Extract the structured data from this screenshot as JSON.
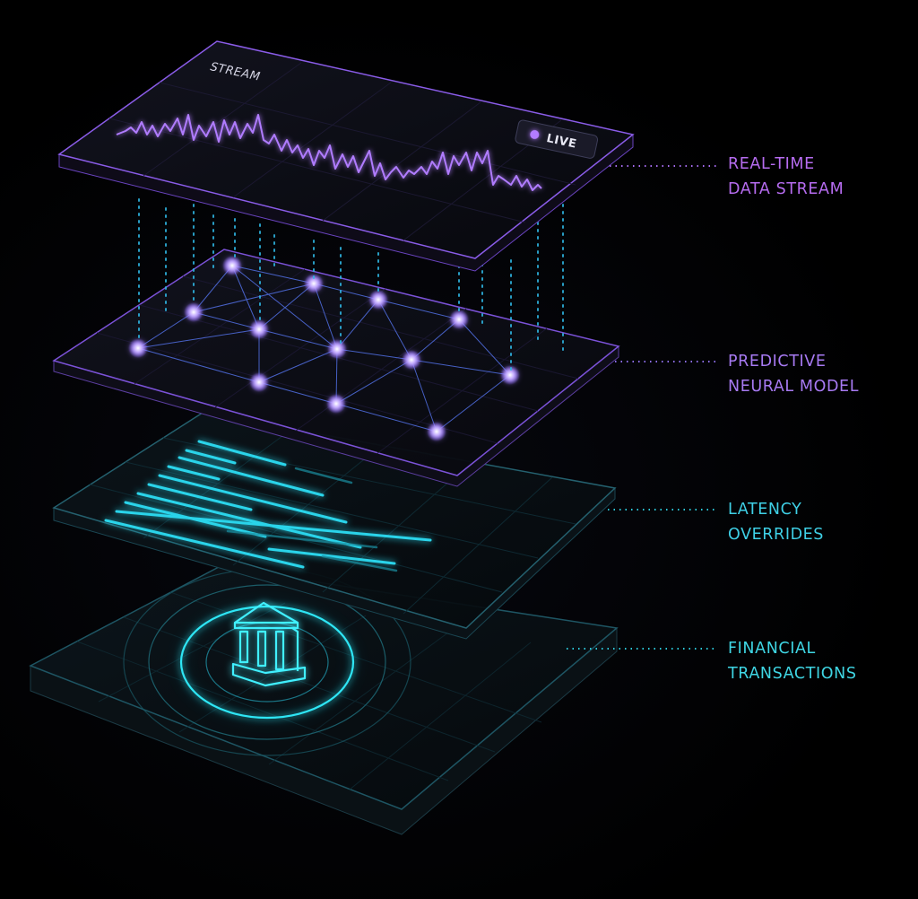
{
  "stream_panel": {
    "title": "STREAM",
    "badge": "LIVE"
  },
  "callouts": [
    {
      "line1": "REAL-TIME",
      "line2": "DATA STREAM",
      "color": "#b66cf0"
    },
    {
      "line1": "PREDICTIVE",
      "line2": "NEURAL MODEL",
      "color": "#a77af2"
    },
    {
      "line1": "LATENCY",
      "line2": "OVERRIDES",
      "color": "#3fd0e6"
    },
    {
      "line1": "FINANCIAL",
      "line2": "TRANSACTIONS",
      "color": "#3fd6e4"
    }
  ],
  "icons": {
    "base_layer": "bank-icon",
    "stream_badge": "live-dot-icon"
  },
  "palette": {
    "background": "#000000",
    "purple_accent": "#9b5cff",
    "cyan_accent": "#22d3ee"
  }
}
